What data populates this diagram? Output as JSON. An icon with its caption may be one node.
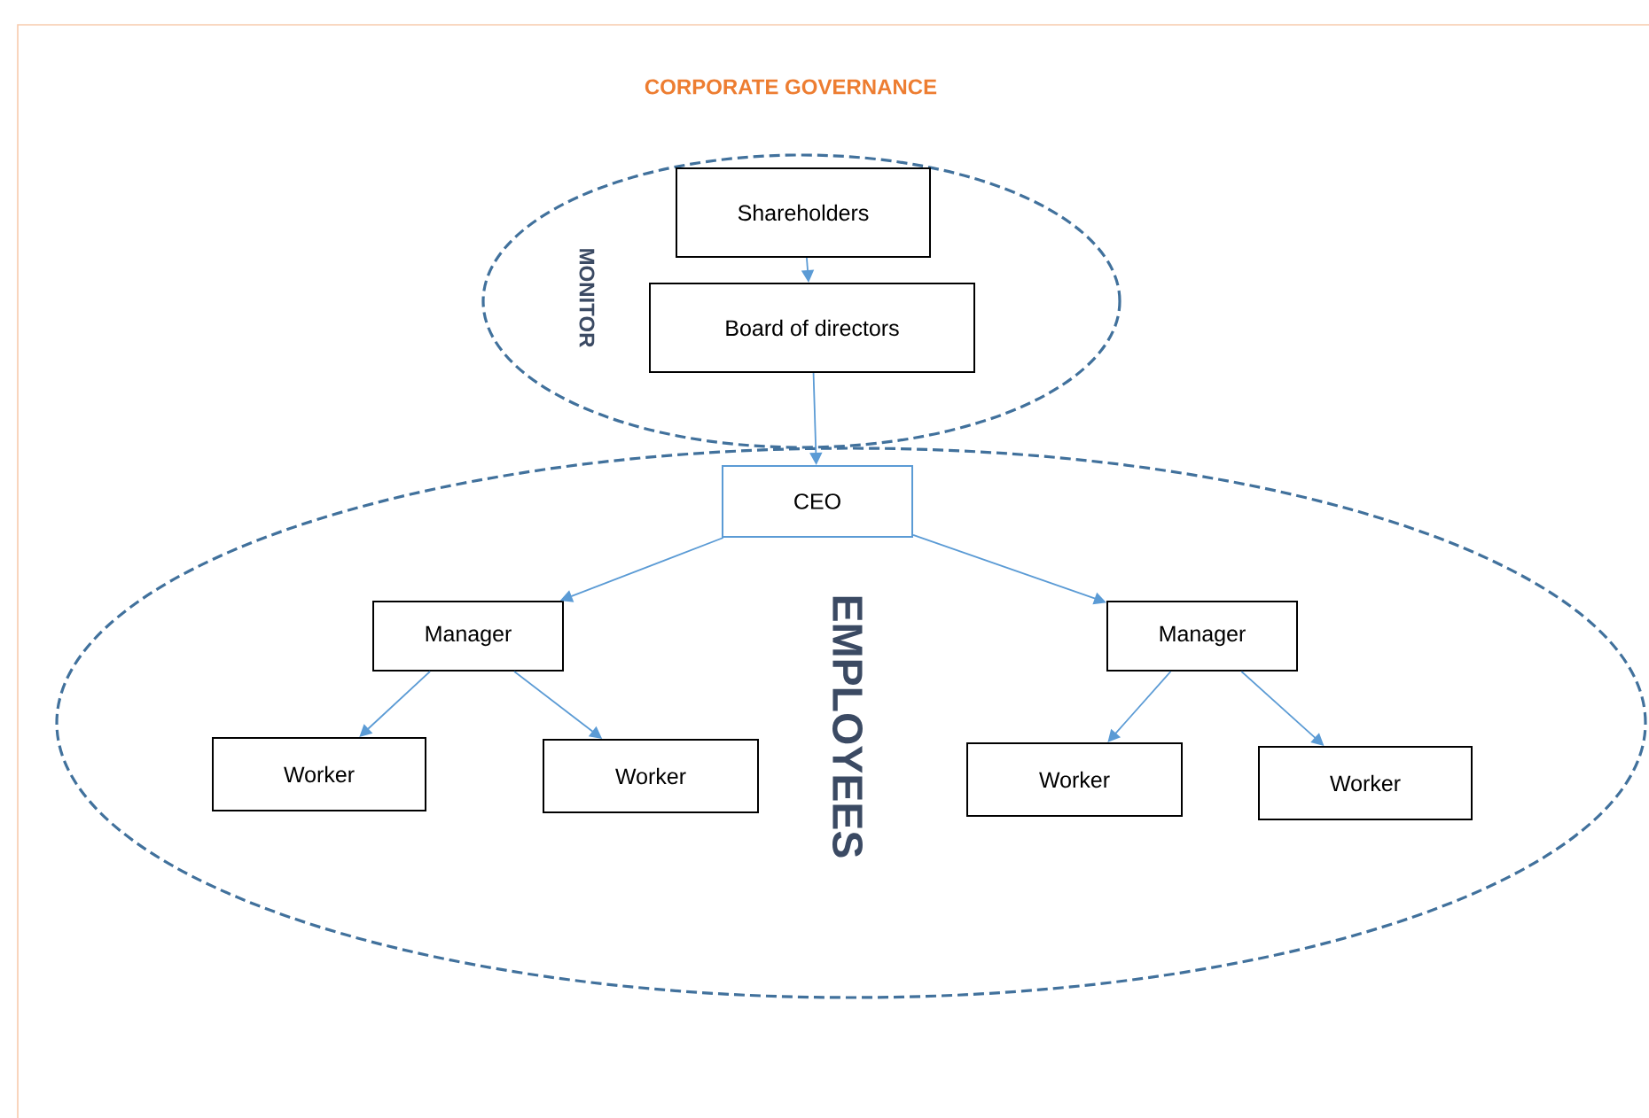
{
  "diagram": {
    "title": "CORPORATE GOVERNANCE",
    "nodes": [
      {
        "text": [
          "MONITOR"
        ]
      },
      {
        "text": [
          "Shareholders"
        ],
        "in": 0
      },
      {
        "text": [
          "Board of directors"
        ],
        "in": 0
      },
      {
        "text": [
          "EMPLOYEES"
        ]
      },
      {
        "text": [
          "CEO"
        ],
        "in": 3
      },
      {
        "text": [
          "Manager"
        ],
        "in": 3
      },
      {
        "text": [
          "Manager"
        ],
        "in": 3
      },
      {
        "text": [
          "Worker"
        ],
        "in": 3
      },
      {
        "text": [
          "Worker"
        ],
        "in": 3
      },
      {
        "text": [
          "Worker"
        ],
        "in": 3
      },
      {
        "text": [
          "Worker"
        ],
        "in": 3
      }
    ],
    "edges": [
      {
        "from": 1,
        "to": 2,
        "arrow": "to"
      },
      {
        "from": 2,
        "to": 4,
        "arrow": "to"
      },
      {
        "from": 4,
        "to": 5,
        "arrow": "to"
      },
      {
        "from": 4,
        "to": 6,
        "arrow": "to"
      },
      {
        "from": 5,
        "to": 7,
        "arrow": "to"
      },
      {
        "from": 5,
        "to": 8,
        "arrow": "to"
      },
      {
        "from": 6,
        "to": 9,
        "arrow": "to"
      },
      {
        "from": 6,
        "to": 10,
        "arrow": "to"
      }
    ]
  }
}
